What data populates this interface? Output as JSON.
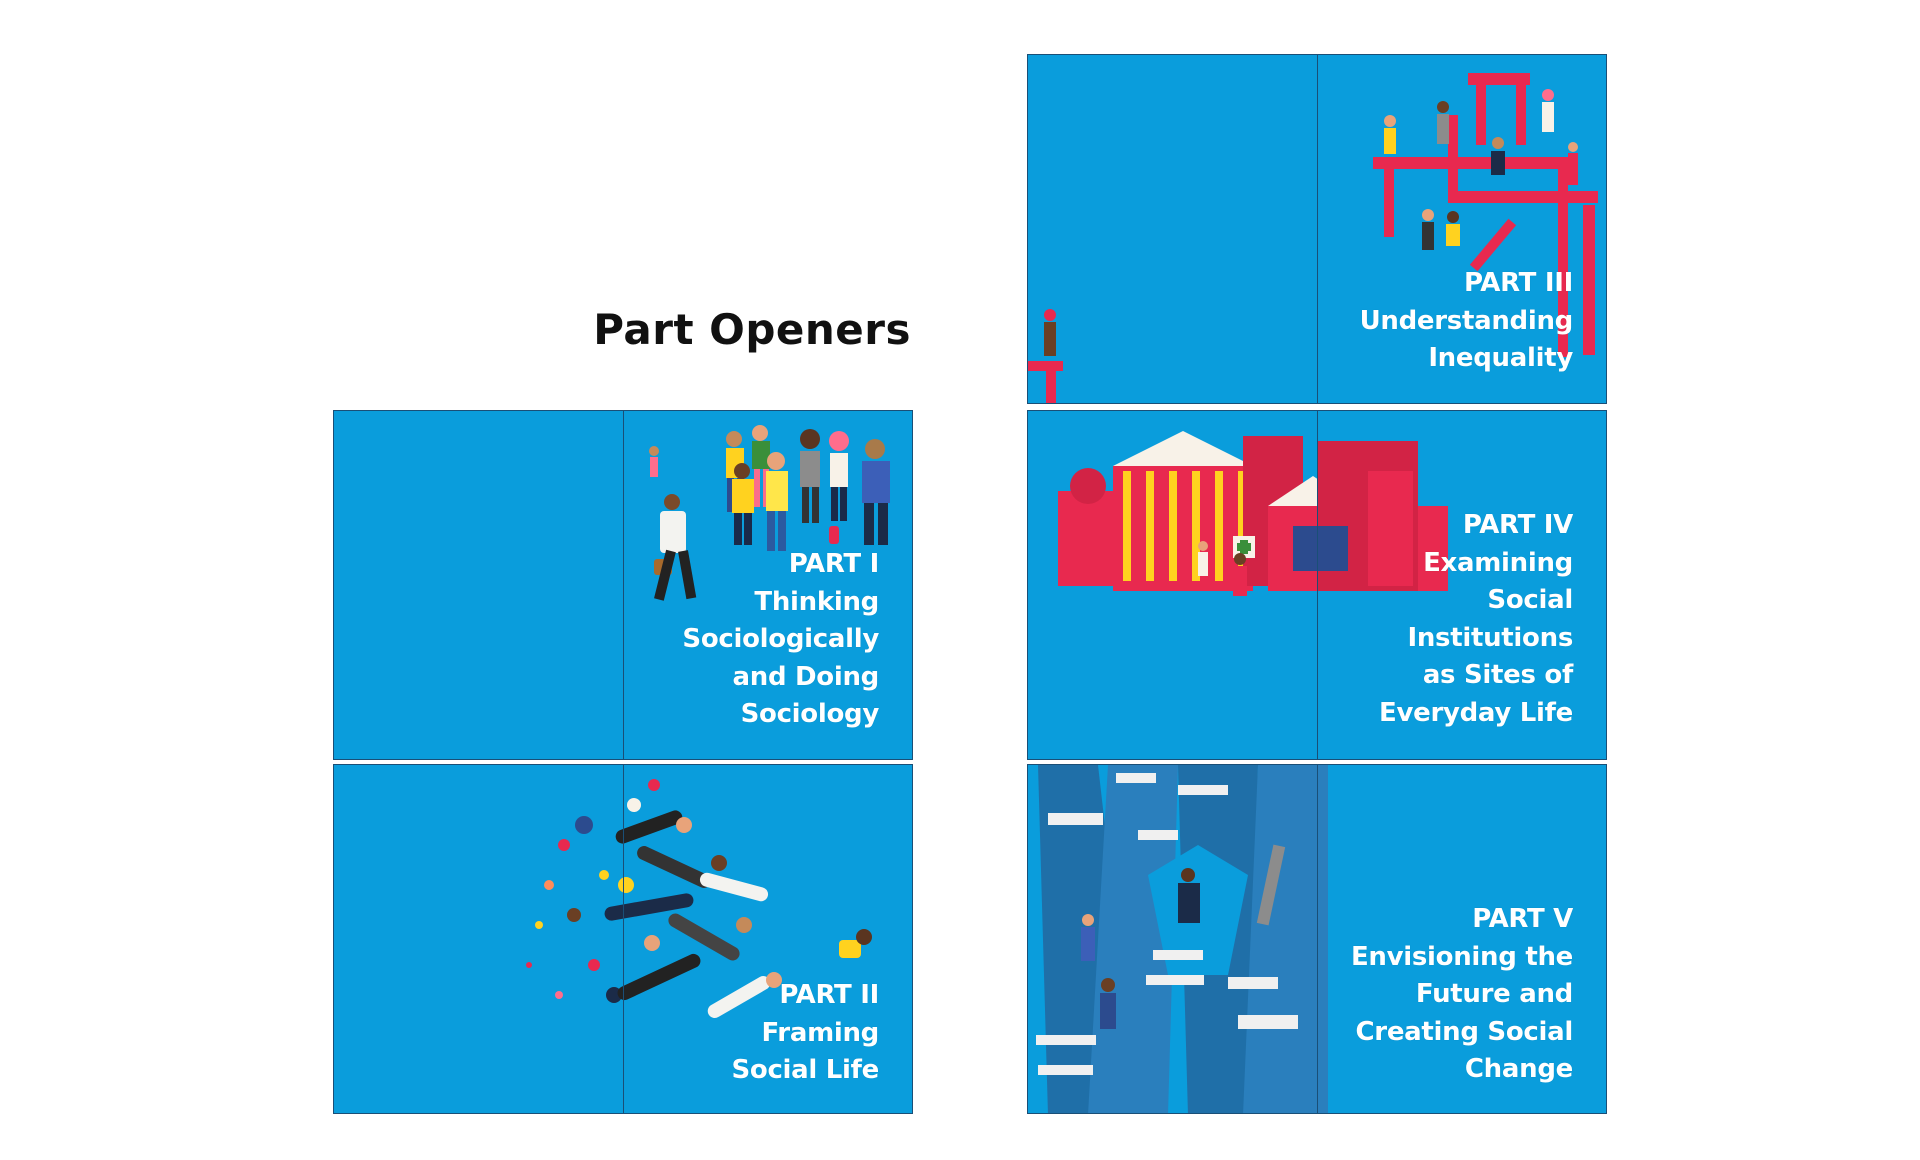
{
  "heading": "Part Openers",
  "colors": {
    "spread_background": "#0a9ddc",
    "part_label": "#ffe21a",
    "title_text": "#ffffff",
    "illustration_red": "#e8294f"
  },
  "spreads": [
    {
      "part": "PART I",
      "title_lines": [
        "Thinking",
        "Sociologically",
        "and Doing",
        "Sociology"
      ],
      "illustration": "crowd-of-walking-people"
    },
    {
      "part": "PART II",
      "title_lines": [
        "Framing",
        "Social Life"
      ],
      "illustration": "people-floating-in-swirl"
    },
    {
      "part": "PART III",
      "title_lines": [
        "Understanding",
        "Inequality"
      ],
      "illustration": "people-on-red-scaffolding"
    },
    {
      "part": "PART IV",
      "title_lines": [
        "Examining",
        "Social",
        "Institutions",
        "as Sites of",
        "Everyday Life"
      ],
      "illustration": "red-civic-buildings"
    },
    {
      "part": "PART V",
      "title_lines": [
        "Envisioning the",
        "Future and",
        "Creating Social",
        "Change"
      ],
      "illustration": "people-crossing-diverging-roads"
    }
  ]
}
